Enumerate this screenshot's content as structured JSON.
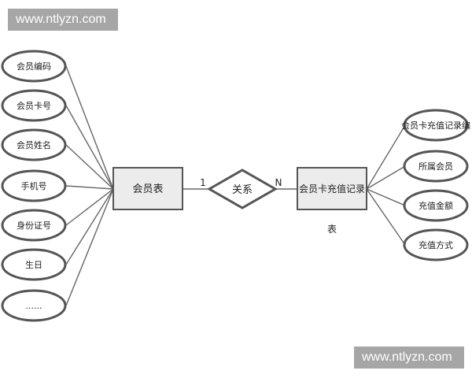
{
  "watermark": {
    "top": "www.ntlyzn.com",
    "bottom": "www.ntlyzn.com"
  },
  "entities": {
    "member": {
      "label": "会员表"
    },
    "recharge": {
      "label": "会员卡充值记录",
      "caption": "表"
    }
  },
  "relationship": {
    "label": "关系",
    "card_left": "1",
    "card_right": "N"
  },
  "member_attributes": [
    "会员编码",
    "会员卡号",
    "会员姓名",
    "手机号",
    "身份证号",
    "生日",
    "......"
  ],
  "recharge_attributes": [
    "会员卡充值记录编",
    "所属会员",
    "充值金额",
    "充值方式"
  ],
  "colors": {
    "stroke": "#555555",
    "entity_fill": "#ececec",
    "line": "#666666"
  }
}
